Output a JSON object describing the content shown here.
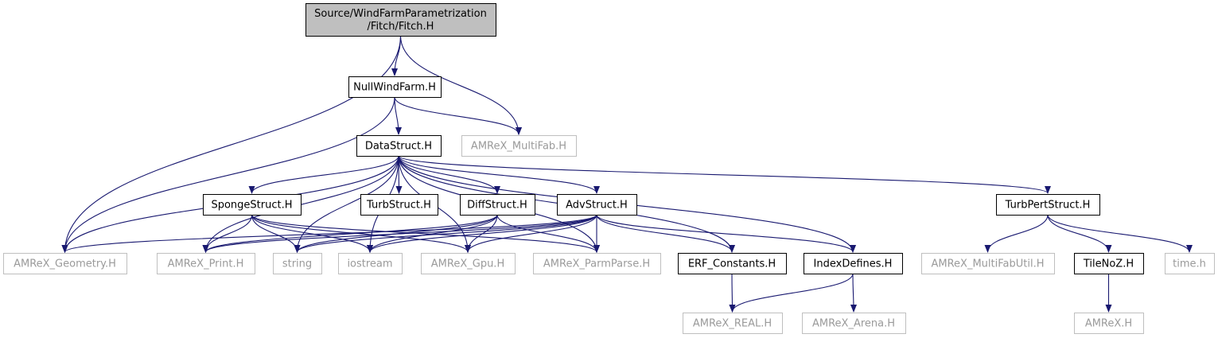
{
  "colors": {
    "edge": "#191970",
    "border_documented": "#000000",
    "border_external": "#bfbfbf",
    "fill_root": "#bfbfbf",
    "fill_node": "#ffffff",
    "text_documented": "#000000",
    "text_external": "#9a9a9a"
  },
  "nodes": [
    {
      "id": "fitch",
      "lines": [
        "Source/WindFarmParametrization",
        "/Fitch/Fitch.H"
      ],
      "kind": "root"
    },
    {
      "id": "nullwindfarm",
      "lines": [
        "NullWindFarm.H"
      ],
      "kind": "documented"
    },
    {
      "id": "amrex_multifab",
      "lines": [
        "AMReX_MultiFab.H"
      ],
      "kind": "external"
    },
    {
      "id": "datastruct",
      "lines": [
        "DataStruct.H"
      ],
      "kind": "documented"
    },
    {
      "id": "spongestruct",
      "lines": [
        "SpongeStruct.H"
      ],
      "kind": "documented"
    },
    {
      "id": "turbstruct",
      "lines": [
        "TurbStruct.H"
      ],
      "kind": "documented"
    },
    {
      "id": "diffstruct",
      "lines": [
        "DiffStruct.H"
      ],
      "kind": "documented"
    },
    {
      "id": "advstruct",
      "lines": [
        "AdvStruct.H"
      ],
      "kind": "documented"
    },
    {
      "id": "turbpertstruct",
      "lines": [
        "TurbPertStruct.H"
      ],
      "kind": "documented"
    },
    {
      "id": "amrex_geometry",
      "lines": [
        "AMReX_Geometry.H"
      ],
      "kind": "external"
    },
    {
      "id": "amrex_print",
      "lines": [
        "AMReX_Print.H"
      ],
      "kind": "external"
    },
    {
      "id": "string",
      "lines": [
        "string"
      ],
      "kind": "external"
    },
    {
      "id": "iostream",
      "lines": [
        "iostream"
      ],
      "kind": "external"
    },
    {
      "id": "amrex_gpu",
      "lines": [
        "AMReX_Gpu.H"
      ],
      "kind": "external"
    },
    {
      "id": "amrex_parmparse",
      "lines": [
        "AMReX_ParmParse.H"
      ],
      "kind": "external"
    },
    {
      "id": "erf_constants",
      "lines": [
        "ERF_Constants.H"
      ],
      "kind": "documented"
    },
    {
      "id": "indexdefines",
      "lines": [
        "IndexDefines.H"
      ],
      "kind": "documented"
    },
    {
      "id": "amrex_multifabutil",
      "lines": [
        "AMReX_MultiFabUtil.H"
      ],
      "kind": "external"
    },
    {
      "id": "tilenoz",
      "lines": [
        "TileNoZ.H"
      ],
      "kind": "documented"
    },
    {
      "id": "time_h",
      "lines": [
        "time.h"
      ],
      "kind": "external"
    },
    {
      "id": "amrex_real",
      "lines": [
        "AMReX_REAL.H"
      ],
      "kind": "external"
    },
    {
      "id": "amrex_arena",
      "lines": [
        "AMReX_Arena.H"
      ],
      "kind": "external"
    },
    {
      "id": "amrex_h",
      "lines": [
        "AMReX.H"
      ],
      "kind": "external"
    }
  ],
  "edges": [
    [
      "fitch",
      "amrex_geometry"
    ],
    [
      "fitch",
      "nullwindfarm"
    ],
    [
      "fitch",
      "amrex_multifab"
    ],
    [
      "nullwindfarm",
      "amrex_geometry"
    ],
    [
      "nullwindfarm",
      "datastruct"
    ],
    [
      "nullwindfarm",
      "amrex_multifab"
    ],
    [
      "datastruct",
      "amrex_geometry"
    ],
    [
      "datastruct",
      "amrex_print"
    ],
    [
      "datastruct",
      "string"
    ],
    [
      "datastruct",
      "iostream"
    ],
    [
      "datastruct",
      "spongestruct"
    ],
    [
      "datastruct",
      "turbstruct"
    ],
    [
      "datastruct",
      "diffstruct"
    ],
    [
      "datastruct",
      "advstruct"
    ],
    [
      "datastruct",
      "amrex_gpu"
    ],
    [
      "datastruct",
      "amrex_parmparse"
    ],
    [
      "datastruct",
      "erf_constants"
    ],
    [
      "datastruct",
      "indexdefines"
    ],
    [
      "datastruct",
      "turbpertstruct"
    ],
    [
      "spongestruct",
      "amrex_print"
    ],
    [
      "spongestruct",
      "string"
    ],
    [
      "spongestruct",
      "iostream"
    ],
    [
      "spongestruct",
      "amrex_gpu"
    ],
    [
      "spongestruct",
      "amrex_parmparse"
    ],
    [
      "diffstruct",
      "amrex_print"
    ],
    [
      "diffstruct",
      "string"
    ],
    [
      "diffstruct",
      "iostream"
    ],
    [
      "diffstruct",
      "amrex_gpu"
    ],
    [
      "diffstruct",
      "amrex_parmparse"
    ],
    [
      "advstruct",
      "amrex_geometry"
    ],
    [
      "advstruct",
      "amrex_print"
    ],
    [
      "advstruct",
      "string"
    ],
    [
      "advstruct",
      "iostream"
    ],
    [
      "advstruct",
      "amrex_gpu"
    ],
    [
      "advstruct",
      "amrex_parmparse"
    ],
    [
      "advstruct",
      "erf_constants"
    ],
    [
      "advstruct",
      "indexdefines"
    ],
    [
      "erf_constants",
      "amrex_real"
    ],
    [
      "indexdefines",
      "amrex_real"
    ],
    [
      "indexdefines",
      "amrex_arena"
    ],
    [
      "turbpertstruct",
      "amrex_multifabutil"
    ],
    [
      "turbpertstruct",
      "tilenoz"
    ],
    [
      "turbpertstruct",
      "time_h"
    ],
    [
      "tilenoz",
      "amrex_h"
    ]
  ]
}
